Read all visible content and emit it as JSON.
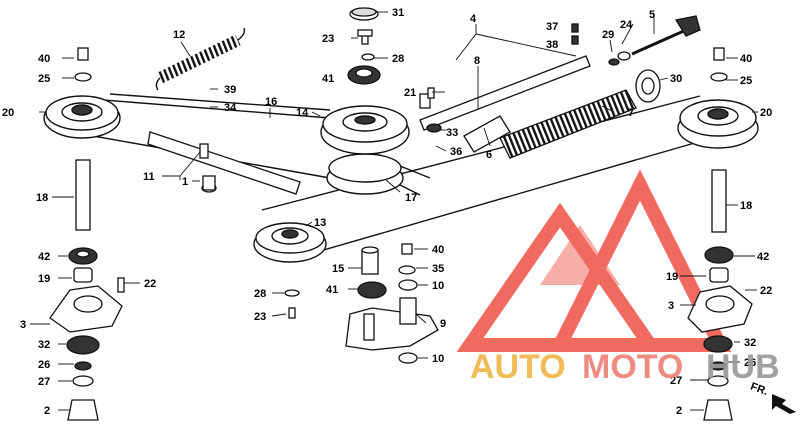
{
  "callouts": {
    "p1": "1",
    "p2": "2",
    "p3": "3",
    "p4": "4",
    "p5": "5",
    "p6": "6",
    "p7": "7",
    "p8": "8",
    "p9": "9",
    "p10": "10",
    "p11": "11",
    "p12": "12",
    "p13": "13",
    "p14": "14",
    "p15": "15",
    "p16": "16",
    "p17": "17",
    "p18": "18",
    "p19": "19",
    "p20": "20",
    "p21": "21",
    "p22": "22",
    "p23": "23",
    "p24": "24",
    "p25": "25",
    "p26": "26",
    "p27": "27",
    "p28": "28",
    "p29": "29",
    "p30": "30",
    "p31": "31",
    "p32": "32",
    "p33": "33",
    "p34": "34",
    "p35": "35",
    "p36": "36",
    "p37": "37",
    "p38": "38",
    "p39": "39",
    "p40": "40",
    "p41": "41",
    "p42": "42"
  },
  "direction_marker": "FR.",
  "watermark": {
    "text_part_1": "AUTO",
    "text_part_2": "MOTO",
    "text_part_3": "HUB",
    "color_1": "#f3b64a",
    "color_2": "#ee8378",
    "color_3": "#9a9a9a",
    "logo_color": "#ef5a4e"
  },
  "line_color": "#111111"
}
